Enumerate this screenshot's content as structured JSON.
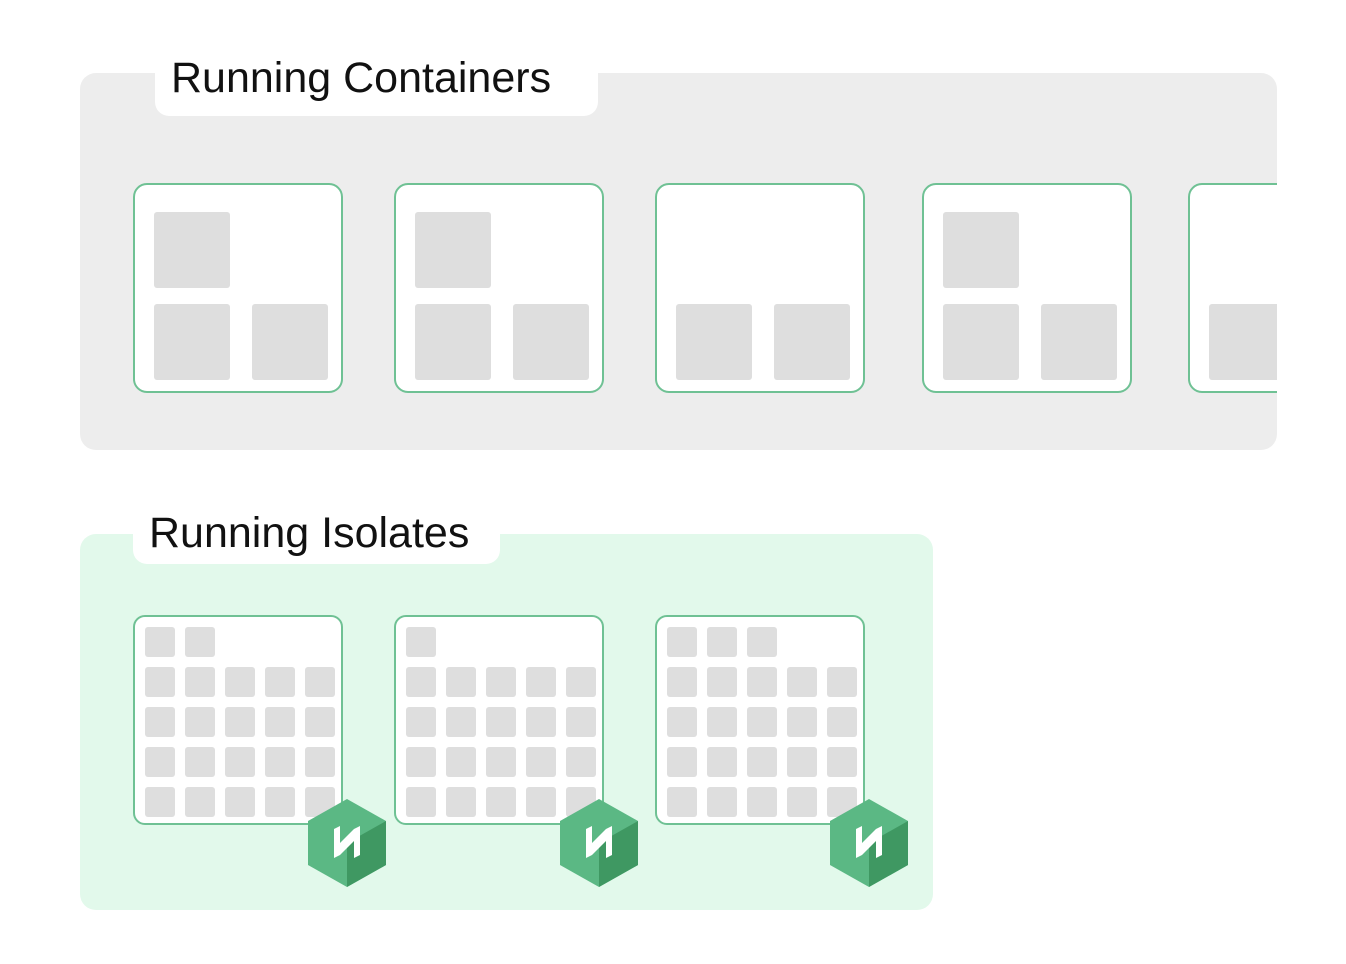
{
  "sections": {
    "containers": {
      "title": "Running Containers",
      "box_count": 5,
      "boxes": [
        {
          "top_left": true,
          "bottom_left": true,
          "bottom_right": true
        },
        {
          "top_left": true,
          "bottom_left": true,
          "bottom_right": true
        },
        {
          "top_left": false,
          "bottom_left": true,
          "bottom_right": true
        },
        {
          "top_left": true,
          "bottom_left": true,
          "bottom_right": true
        },
        {
          "top_left": false,
          "bottom_left": true,
          "bottom_right": false
        }
      ]
    },
    "isolates": {
      "title": "Running Isolates",
      "box_count": 3,
      "top_row_cells": [
        2,
        1,
        3
      ],
      "badge_icon": "node-hexagon-icon"
    }
  },
  "colors": {
    "containers_panel": "#ededed",
    "isolates_panel": "#e2f9eb",
    "box_border": "#6fc194",
    "block": "#dedede",
    "hex_light": "#5bb884",
    "hex_dark": "#3f9862"
  }
}
